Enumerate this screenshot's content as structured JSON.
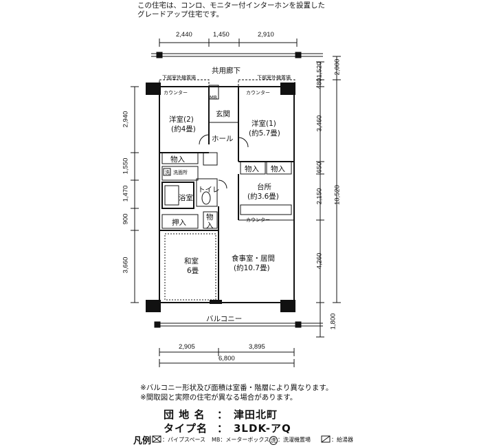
{
  "header": {
    "line1": "この住宅は、コンロ、モニター付インターホンを設置した",
    "line2": "グレードアップ住宅です。"
  },
  "dimensions": {
    "top": [
      "2,440",
      "1,450",
      "2,910"
    ],
    "bottom": [
      "2,905",
      "3,895"
    ],
    "bottom_total": "6,800",
    "left": [
      "2,940",
      "1,550",
      "1,470",
      "900",
      "3,660"
    ],
    "right": [
      "3,460",
      "650",
      "2,150",
      "4,260"
    ],
    "right_top": [
      "1,520",
      "480"
    ],
    "right_outer_top": "2,000",
    "right_total": "10,520",
    "right_bottom": "1,800"
  },
  "rooms": {
    "corridor": "共用廊下",
    "outdoor_unit_left": "下部室外機置場",
    "outdoor_unit_right": "下部室外機置場",
    "counter_left": "カウンター",
    "counter_right": "カウンター",
    "counter_kitchen": "カウンター",
    "mb": "MB",
    "entrance": "玄関",
    "hall": "ホール",
    "western2_name": "洋室(2)",
    "western2_size": "(約4畳)",
    "western1_name": "洋室(1)",
    "western1_size": "(約5.7畳)",
    "closet_w2": "物入",
    "closet_k1": "物入",
    "closet_k2": "物入",
    "washroom_mark": "洗",
    "washroom": "洗面所",
    "toilet": "トイレ",
    "kitchen_name": "台所",
    "kitchen_size": "(約3.6畳)",
    "bath": "浴室",
    "oshiire": "押入",
    "closet_small_1": "物",
    "closet_small_2": "入",
    "japanese_name": "和室",
    "japanese_size": "6畳",
    "ldk_name": "食事室・居間",
    "ldk_size": "(約10.7畳)",
    "balcony": "バルコニー"
  },
  "notes": [
    "※バルコニー形状及び面積は室番・階層により異なります。",
    "※間取図と実際の住宅が異なる場合があります。"
  ],
  "info": {
    "complex_label": "団 地 名",
    "colon1": "：",
    "complex_value": "津田北町",
    "type_label": "タイプ名",
    "colon2": "：",
    "type_value": "3LDK-アQ"
  },
  "legend": {
    "title": "凡例",
    "pipe": "：パイプスペース",
    "mb": "MB：メーターボックス",
    "wash_mark": "洗",
    "wash": "：洗濯機置場",
    "heater": "：給湯器"
  }
}
